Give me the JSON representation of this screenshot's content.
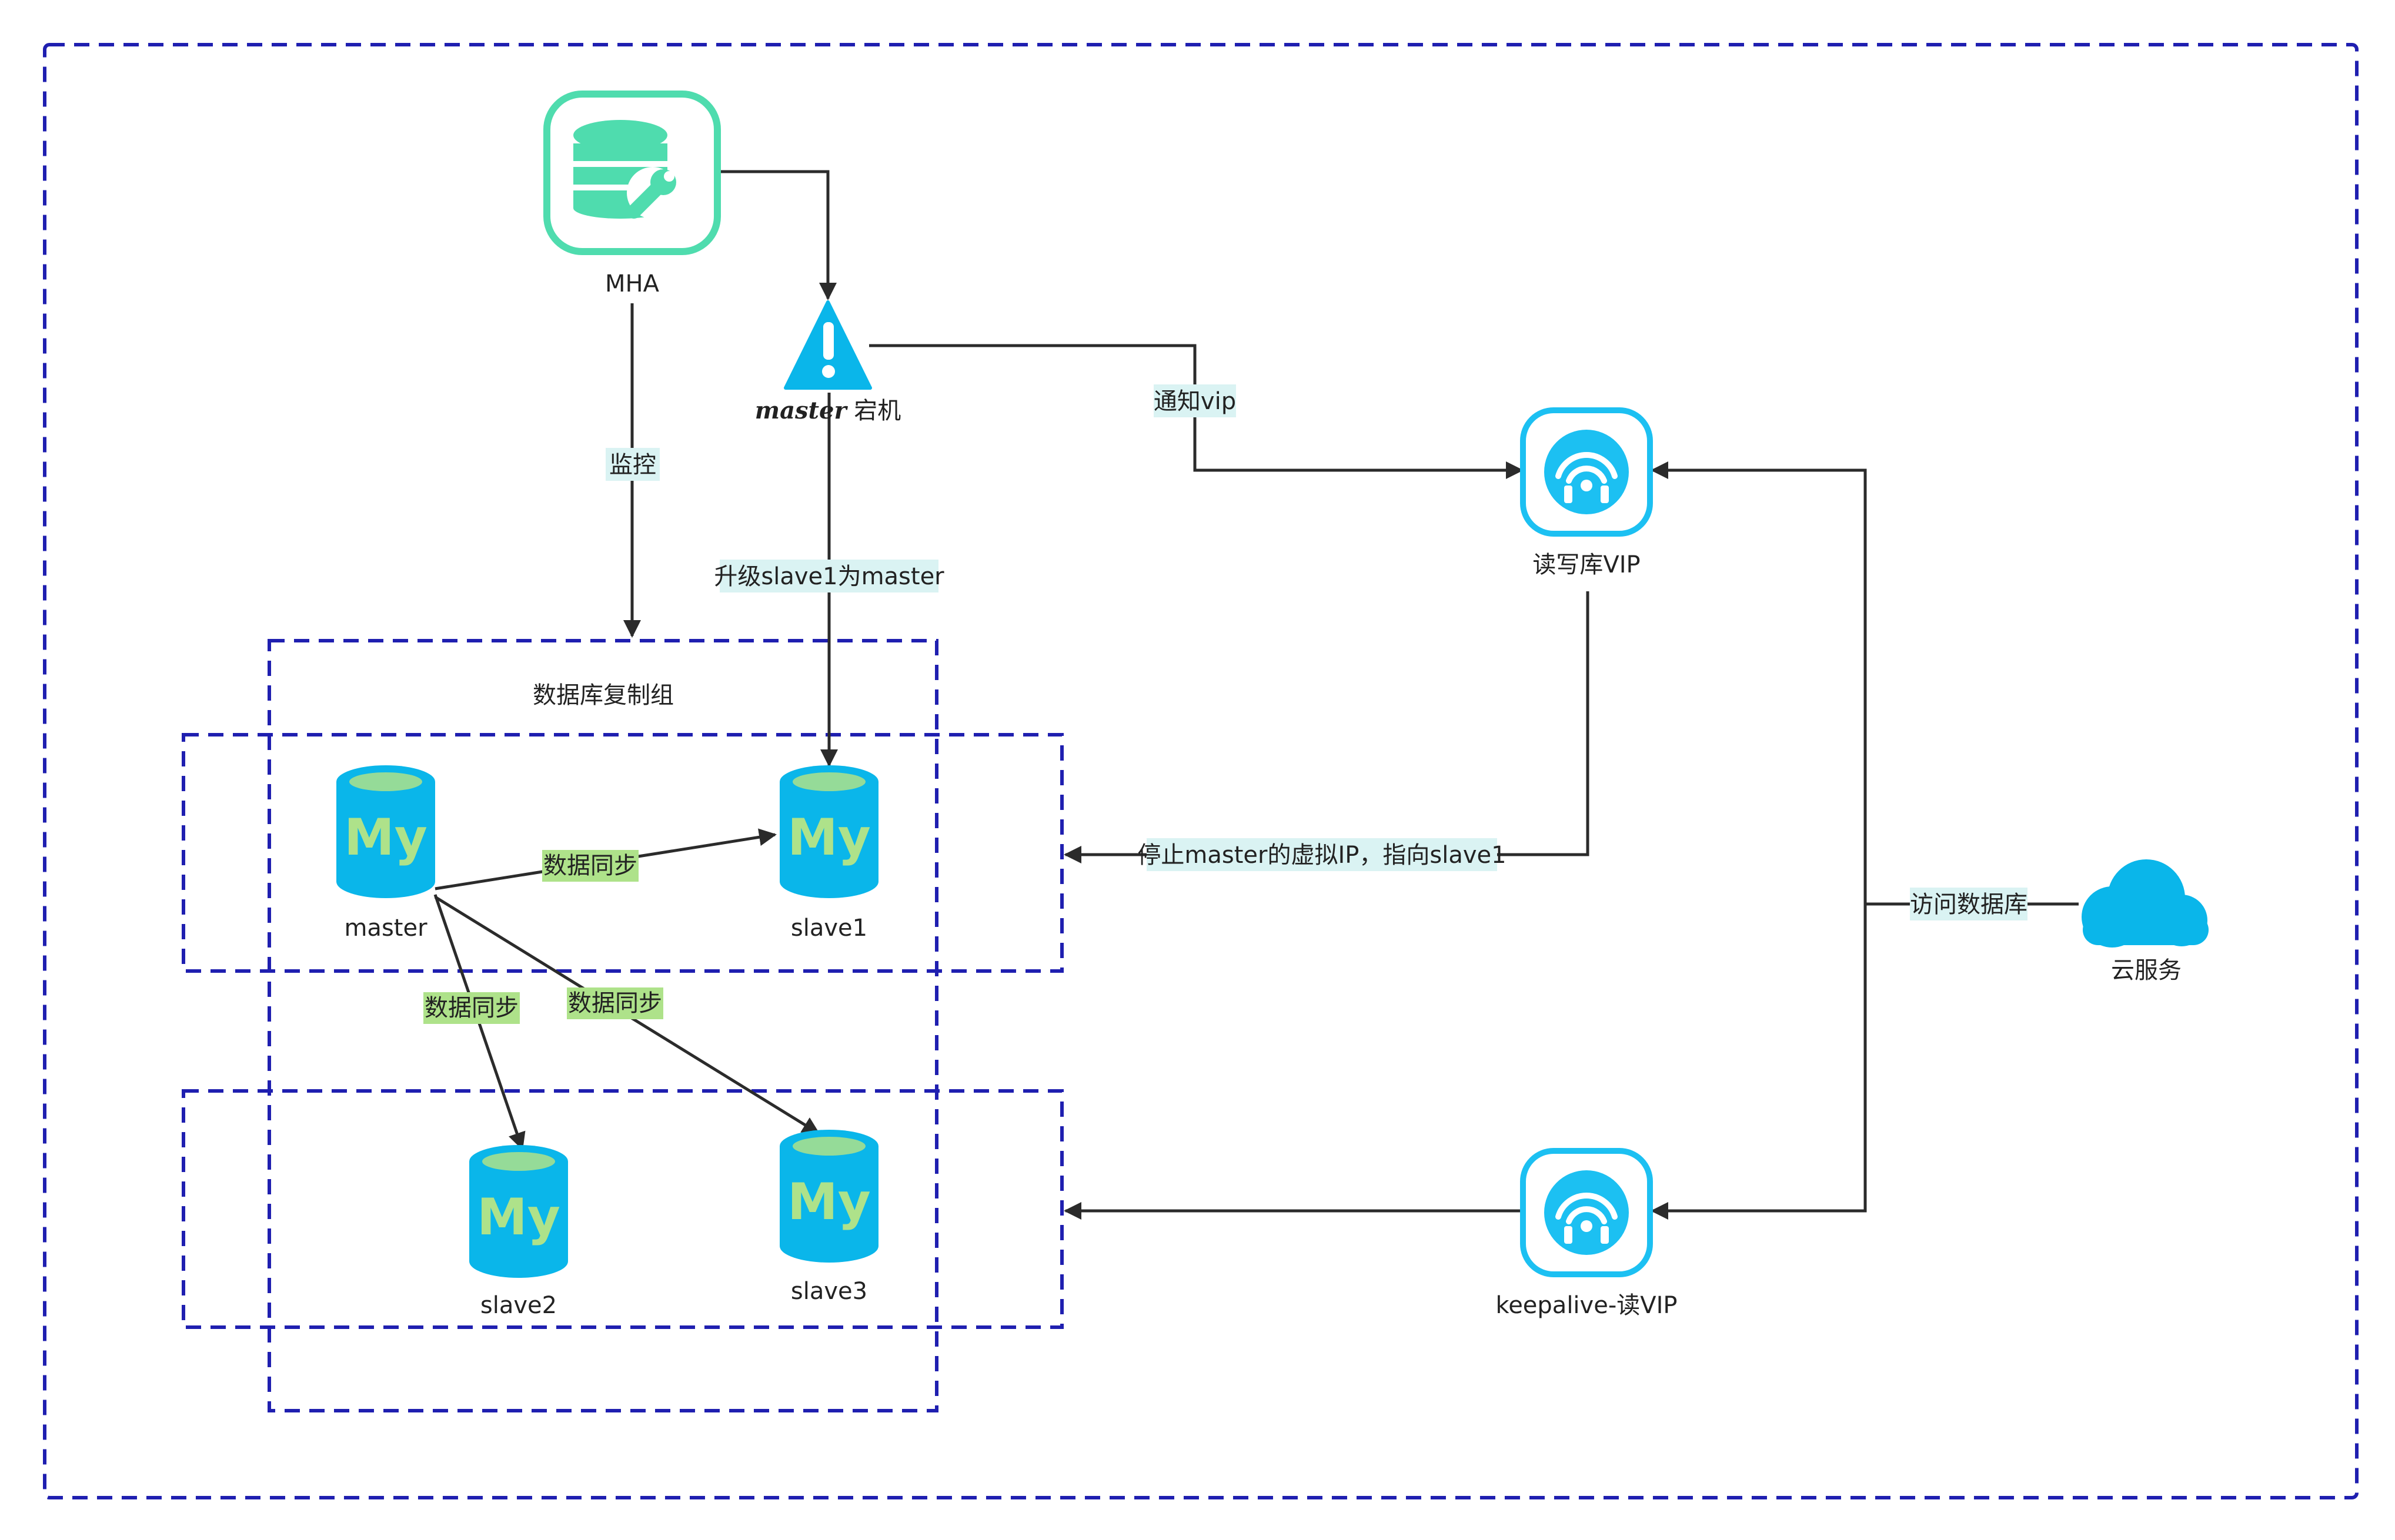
{
  "nodes": {
    "mha": {
      "label": "MHA"
    },
    "master_down": {
      "label_prefix": "master",
      "label_suffix": "宕机"
    },
    "rw_vip": {
      "label": "读写库VIP"
    },
    "read_vip": {
      "label": "keepalive-读VIP"
    },
    "cloud": {
      "label": "云服务"
    },
    "master": {
      "label": "master",
      "glyph": "My"
    },
    "slave1": {
      "label": "slave1",
      "glyph": "My"
    },
    "slave2": {
      "label": "slave2",
      "glyph": "My"
    },
    "slave3": {
      "label": "slave3",
      "glyph": "My"
    }
  },
  "groups": {
    "replication_group": {
      "label": "数据库复制组"
    }
  },
  "edges": {
    "monitor": {
      "label": "监控"
    },
    "promote": {
      "label": "升级slave1为master"
    },
    "notify_vip": {
      "label": "通知vip"
    },
    "stop_vip": {
      "label": "停止master的虚拟IP，指向slave1"
    },
    "access_db": {
      "label": "访问数据库"
    },
    "sync_slave1": {
      "label": "数据同步"
    },
    "sync_slave2": {
      "label": "数据同步"
    },
    "sync_slave3": {
      "label": "数据同步"
    }
  },
  "colors": {
    "outer_background": "#daf3f3",
    "dashed_border": "#1f1fb0",
    "group_fill": "#aee28a",
    "mysql_blue": "#0ab6ea",
    "mha_green": "#4fdcae",
    "vip_blue": "#1cc0f2",
    "cloud_blue": "#0ab6ea",
    "line": "#2b2b2b"
  },
  "icons": {
    "mha": "database-wrench-icon",
    "master_down": "warning-triangle-icon",
    "rw_vip": "network-signal-icon",
    "read_vip": "network-signal-icon",
    "cloud": "cloud-icon",
    "db": "mysql-cylinder-icon"
  }
}
